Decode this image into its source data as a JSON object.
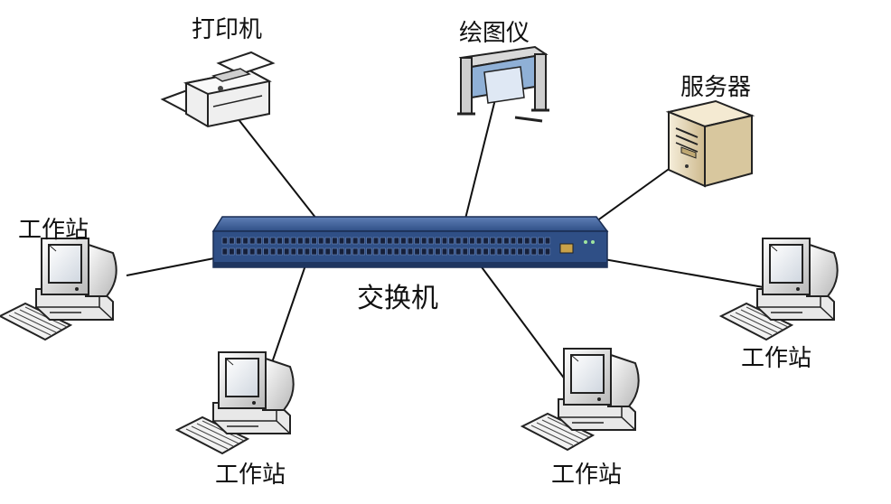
{
  "diagram": {
    "center": {
      "label": "交换机"
    },
    "devices": [
      {
        "id": "printer",
        "label": "打印机",
        "icon": "printer-icon"
      },
      {
        "id": "plotter",
        "label": "绘图仪",
        "icon": "plotter-icon"
      },
      {
        "id": "server",
        "label": "服务器",
        "icon": "server-icon"
      },
      {
        "id": "ws-left",
        "label": "工作站",
        "icon": "workstation-icon"
      },
      {
        "id": "ws-right",
        "label": "工作站",
        "icon": "workstation-icon"
      },
      {
        "id": "ws-bottom-left",
        "label": "工作站",
        "icon": "workstation-icon"
      },
      {
        "id": "ws-bottom-right",
        "label": "工作站",
        "icon": "workstation-icon"
      }
    ],
    "colors": {
      "switch_body": "#2f4f86",
      "switch_dark": "#1e355f",
      "port": "#16203a",
      "line": "#111111",
      "server_case": "#e9dcbf",
      "monitor_case": "#efefef"
    }
  }
}
